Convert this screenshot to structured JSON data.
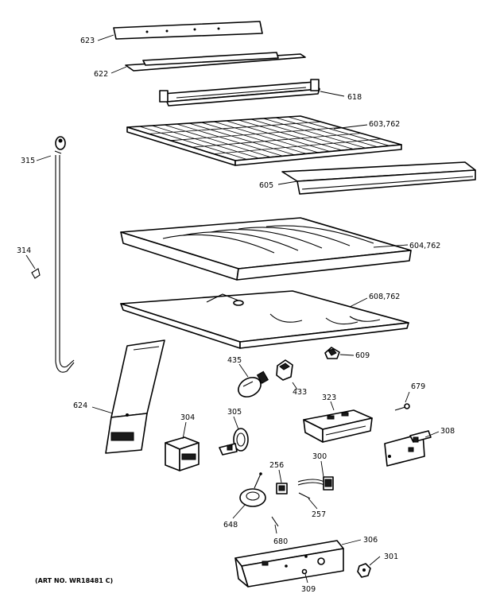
{
  "diagram": {
    "labels": {
      "l623": "623",
      "l622": "622",
      "l618": "618",
      "l603": "603,762",
      "l315": "315",
      "l605": "605",
      "l314": "314",
      "l604": "604,762",
      "l608": "608,762",
      "l609": "609",
      "l435": "435",
      "l433": "433",
      "l323": "323",
      "l679": "679",
      "l624": "624",
      "l304": "304",
      "l305": "305",
      "l308": "308",
      "l256": "256",
      "l300": "300",
      "l257": "257",
      "l648": "648",
      "l680": "680",
      "l306": "306",
      "l301": "301",
      "l309": "309"
    },
    "art_number": "(ART NO. WR18481 C)"
  }
}
